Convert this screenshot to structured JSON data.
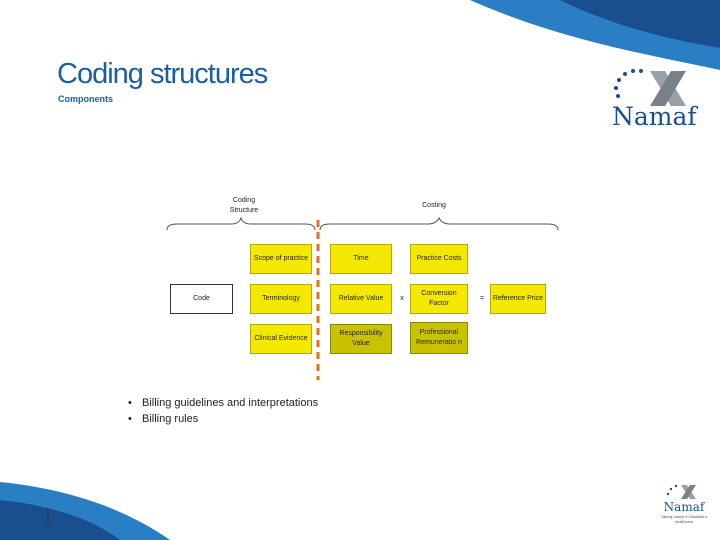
{
  "slide": {
    "title": "Coding structures",
    "subtitle": "Components"
  },
  "diagram": {
    "coding_structure_label": "Coding Structure",
    "costing_label": "Costing",
    "code": "Code",
    "scope_of_practice": "Scope of practice",
    "terminology": "Terminology",
    "clinical_evidence": "Clinical Evidence",
    "time": "Time",
    "relative_value": "Relative Value",
    "responsibility_value": "Responsibility Value",
    "practice_costs": "Practice Costs",
    "conversion_factor": "Conversion Factor",
    "professional_remuneration": "Professional Remuneratio n",
    "multiply": "x",
    "equals": "=",
    "reference_price": "Reference Price"
  },
  "bullets": [
    "Billing guidelines and interpretations",
    "Billing rules"
  ],
  "logo": {
    "name": "Namaf",
    "tagline": "Taking hands in Namibia's healthcare"
  },
  "colors": {
    "brand_blue": "#1a5fa6",
    "yellow_box": "#f5e800",
    "olive_box": "#c9c200",
    "divider_orange": "#e07020"
  }
}
